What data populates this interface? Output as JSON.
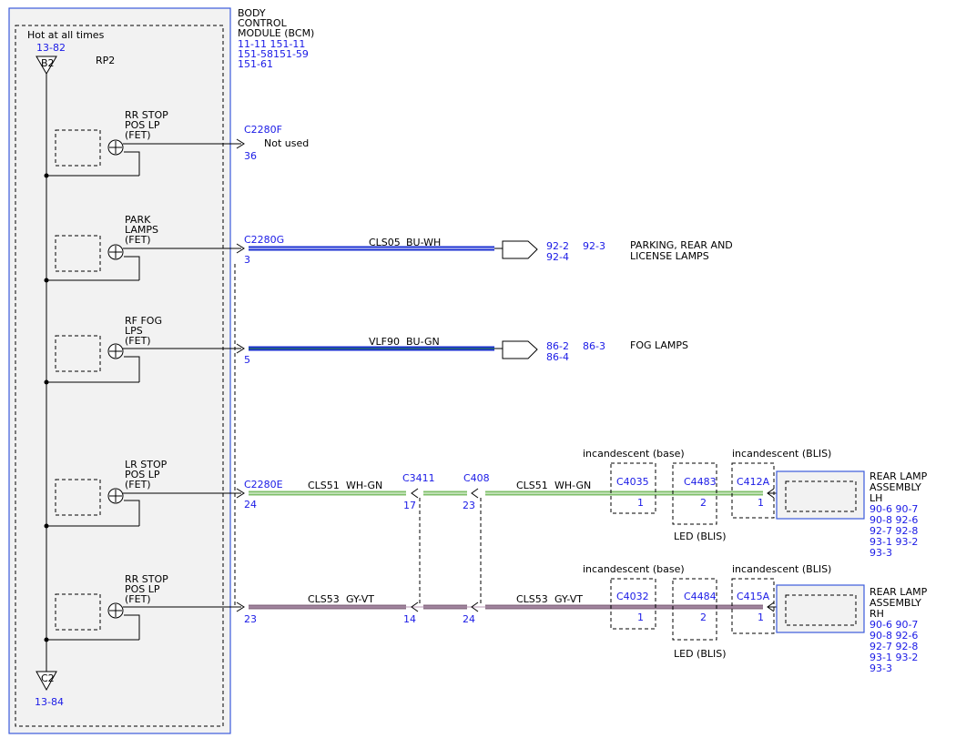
{
  "module": {
    "title_lines": [
      "BODY",
      "CONTROL",
      "MODULE (BCM)"
    ],
    "ref_lines": [
      "11-11  151-11",
      "151-58151-59",
      "151-61"
    ],
    "hot_label": "Hot at all times",
    "top_splice": {
      "ref": "13-82",
      "id": "B2"
    },
    "bottom_splice": {
      "ref": "13-84",
      "id": "C2"
    },
    "relay_label": "RP2"
  },
  "fets": [
    {
      "label_lines": [
        "RR STOP",
        "POS LP",
        "(FET)"
      ]
    },
    {
      "label_lines": [
        "PARK",
        "LAMPS",
        "(FET)"
      ]
    },
    {
      "label_lines": [
        "RF FOG",
        "LPS",
        "(FET)"
      ]
    },
    {
      "label_lines": [
        "LR STOP",
        "POS LP",
        "(FET)"
      ]
    },
    {
      "label_lines": [
        "RR STOP",
        "POS LP",
        "(FET)"
      ]
    }
  ],
  "circuits": [
    {
      "connector": "C2280F",
      "pin": "36",
      "note": "Not used"
    },
    {
      "connector": "C2280G",
      "pin": "3",
      "wire": "CLS05",
      "color": "BU-WH",
      "color_hex": "#1a2fd1",
      "dest_refs": [
        "92-2",
        "92-3",
        "92-4"
      ],
      "dest_lines": [
        "PARKING, REAR AND",
        "LICENSE LAMPS"
      ]
    },
    {
      "connector": "",
      "pin": "5",
      "wire": "VLF90",
      "color": "BU-GN",
      "color_hex": "#1a2fd1",
      "dest_refs": [
        "86-2",
        "86-3",
        "86-4"
      ],
      "dest_lines": [
        "FOG LAMPS"
      ]
    },
    {
      "connector": "C2280E",
      "pin": "24",
      "wire": "CLS51",
      "color": "WH-GN",
      "color_hex": "#7fbf6a",
      "inline": [
        {
          "connector": "C3411",
          "pin": "17"
        },
        {
          "connector": "C408",
          "pin": "23"
        }
      ],
      "wire2": "CLS51",
      "color2": "WH-GN",
      "lamp_connectors": [
        {
          "top_label": "incandescent (base)",
          "connector": "C4035",
          "pin": "1"
        },
        {
          "connector": "C4483",
          "pin": "2",
          "bottom_label": "LED (BLIS)"
        },
        {
          "top_label": "incandescent (BLIS)",
          "connector": "C412A",
          "pin": "1"
        }
      ],
      "assembly_lines": [
        "REAR LAMP",
        "ASSEMBLY",
        "LH"
      ],
      "assembly_refs": [
        "90-6  90-7",
        "90-8  92-6",
        "92-7  92-8",
        "93-1  93-2",
        "93-3"
      ]
    },
    {
      "connector": "",
      "pin": "23",
      "wire": "CLS53",
      "color": "GY-VT",
      "color_hex": "#8a6e86",
      "inline": [
        {
          "connector": "",
          "pin": "14"
        },
        {
          "connector": "",
          "pin": "24"
        }
      ],
      "wire2": "CLS53",
      "color2": "GY-VT",
      "lamp_connectors": [
        {
          "top_label": "incandescent (base)",
          "connector": "C4032",
          "pin": "1"
        },
        {
          "connector": "C4484",
          "pin": "2",
          "bottom_label": "LED (BLIS)"
        },
        {
          "top_label": "incandescent (BLIS)",
          "connector": "C415A",
          "pin": "1"
        }
      ],
      "assembly_lines": [
        "REAR LAMP",
        "ASSEMBLY",
        "RH"
      ],
      "assembly_refs": [
        "90-6  90-7",
        "90-8  92-6",
        "92-7  92-8",
        "93-1  93-2",
        "93-3"
      ]
    }
  ],
  "colors": {
    "module_border": "#3b5bdb",
    "module_fill": "#f2f2f2",
    "ref_text": "#1a1ae6"
  }
}
